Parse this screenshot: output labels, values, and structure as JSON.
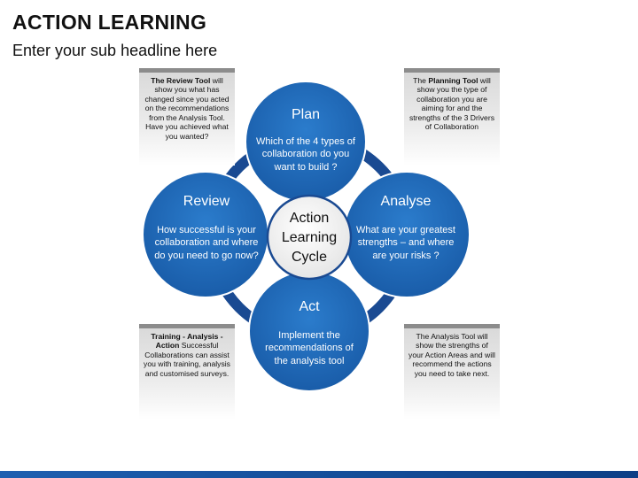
{
  "header": {
    "title": "ACTION LEARNING",
    "subtitle": "Enter your sub headline here"
  },
  "center": {
    "lines": [
      "Action",
      "Learning",
      "Cycle"
    ]
  },
  "circles": {
    "plan": {
      "title": "Plan",
      "body": "Which of the 4 types of collaboration do you want to build ?"
    },
    "analyse": {
      "title": "Analyse",
      "body": "What are your greatest strengths – and where are your risks ?"
    },
    "act": {
      "title": "Act",
      "body": "Implement the recommendations of the analysis tool"
    },
    "review": {
      "title": "Review",
      "body": "How successful is your collaboration and where do you need to go now?"
    }
  },
  "notes": {
    "top_left": {
      "bold": "The Review Tool",
      "rest": " will show you what has changed since you acted on the recommendations from the Analysis Tool. Have you achieved what you wanted?"
    },
    "top_right": {
      "pre": "The ",
      "bold": "Planning Tool",
      "rest": " will show you the type of collaboration you are aiming for and the strengths of the 3 Drivers of Collaboration"
    },
    "bottom_left": {
      "bold": "Training - Analysis - Action",
      "rest": " Successful Collaborations can assist you with training, analysis and customised surveys."
    },
    "bottom_right": {
      "text": "The Analysis Tool will show the strengths of your Action Areas and will recommend the actions you need to take next."
    }
  },
  "colors": {
    "circle_fill": "#1f68b6",
    "ring": "#1a4a92",
    "center_fill": "#f5f5f5"
  }
}
